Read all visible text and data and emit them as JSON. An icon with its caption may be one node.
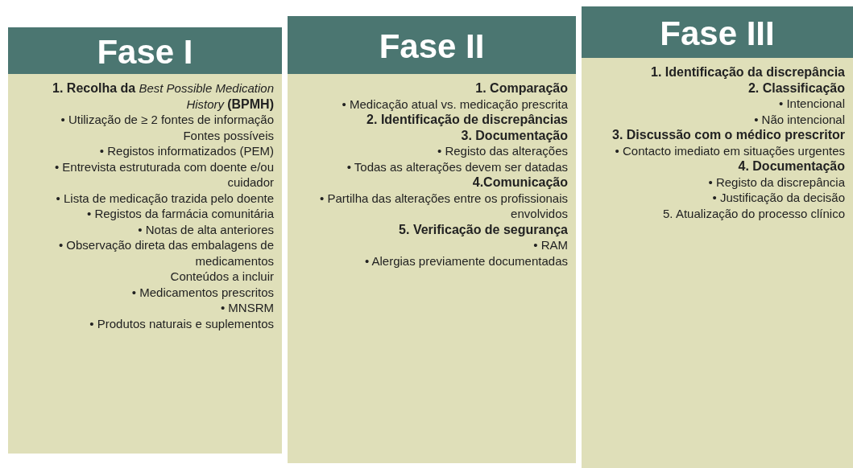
{
  "diagram": {
    "nodes": [
      {
        "text": [
          "Fase I",
          "**1. Recolha da** *Best Possible Medication History* **(BPMH)**",
          "• Utilização de ≥ 2 fontes de informação",
          "Fontes possíveis",
          "• Registos informatizados (PEM)",
          "• Entrevista estruturada com doente e/ou cuidador",
          "• Lista de medicação trazida pelo doente",
          "• Registos da farmácia comunitária",
          "• Notas de alta anteriores",
          "• Observação direta das embalagens de medicamentos",
          "Conteúdos a incluir",
          "• Medicamentos prescritos",
          "• MNSRM",
          "• Produtos naturais e suplementos"
        ]
      },
      {
        "text": [
          "Fase II",
          "**1. Comparação**",
          "• Medicação atual vs. medicação prescrita",
          "**2. Identificação de discrepâncias**",
          "**3. Documentação**",
          "• Registo das alterações",
          "• Todas as alterações devem ser datadas",
          "**4.Comunicação**",
          "• Partilha das alterações entre os profissionais envolvidos",
          "**5. Verificação de segurança**",
          "• RAM",
          "• Alergias previamente documentadas"
        ]
      },
      {
        "text": [
          "Fase III",
          "**1. Identificação da discrepância**",
          "**2. Classificação**",
          "• Intencional",
          "• Não intencional",
          "**3. Discussão com o médico prescritor**",
          "• Contacto imediato em situações urgentes",
          "**4. Documentação**",
          "• Registo da discrepância",
          "• Justificação da decisão",
          "5. Atualização do processo clínico"
        ]
      }
    ]
  }
}
